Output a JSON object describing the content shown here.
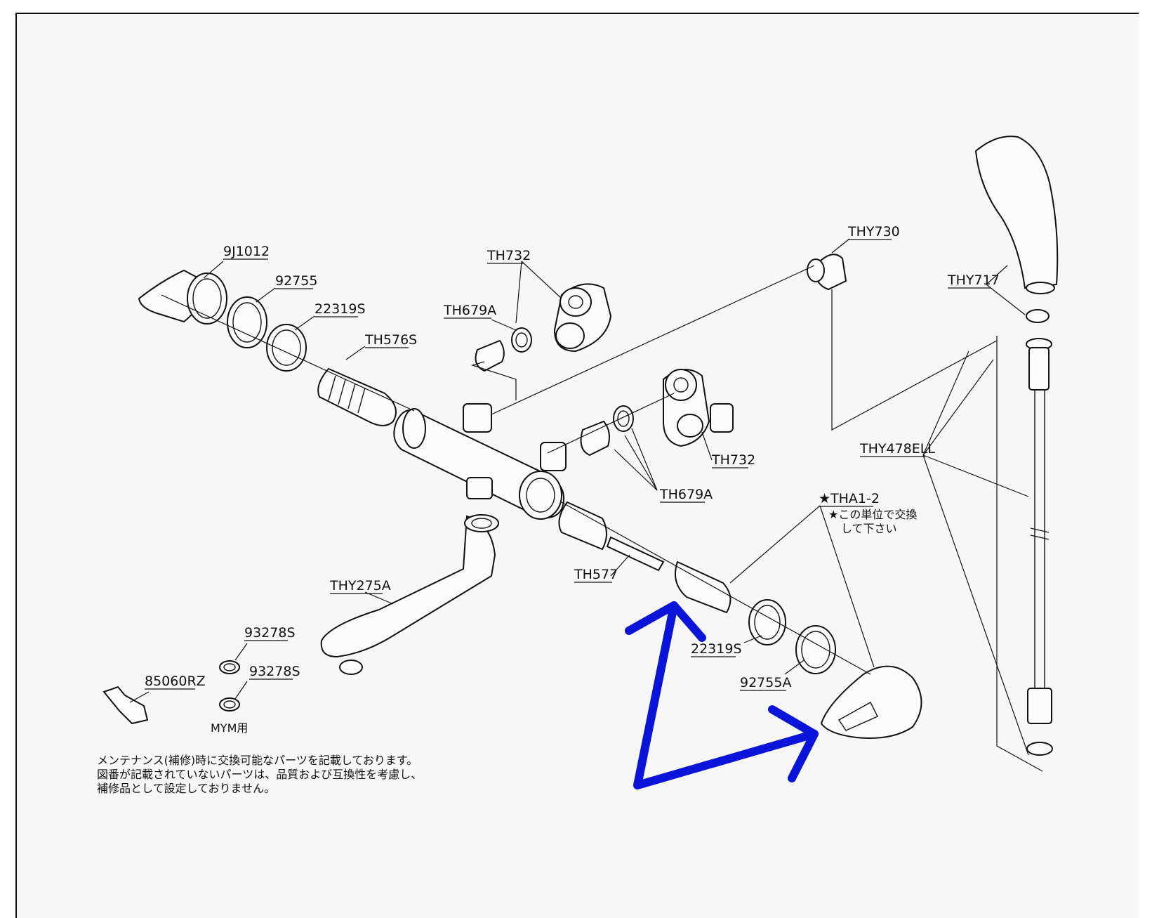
{
  "labels": {
    "p_9J1012": "9J1012",
    "p_92755": "92755",
    "p_22319S_top": "22319S",
    "p_TH576S": "TH576S",
    "p_TH732_top": "TH732",
    "p_TH679A_top": "TH679A",
    "p_THY730": "THY730",
    "p_THY717": "THY717",
    "p_THY478ELL": "THY478ELL",
    "p_TH732_mid": "TH732",
    "p_TH679A_mid": "TH679A",
    "p_THA1_2": "★THA1-2",
    "p_THA1_2_note1": "★この単位で交換",
    "p_THA1_2_note2": "して下さい",
    "p_TH577": "TH577",
    "p_THY275A": "THY275A",
    "p_22319S_bottom": "22319S",
    "p_92755A": "92755A",
    "p_93278S_a": "93278S",
    "p_93278S_b": "93278S",
    "p_85060RZ": "85060RZ",
    "p_MYM": "MYM用"
  },
  "footnote": {
    "line1": "メンテナンス(補修)時に交換可能なパーツを記載しております。",
    "line2": "図番が記載されていないパーツは、品質および互換性を考慮し、",
    "line3": "補修品として設定しておりません。"
  },
  "colors": {
    "linework": "#111111",
    "paper": "#f7f7f7",
    "annotation": "#0a14d8"
  }
}
